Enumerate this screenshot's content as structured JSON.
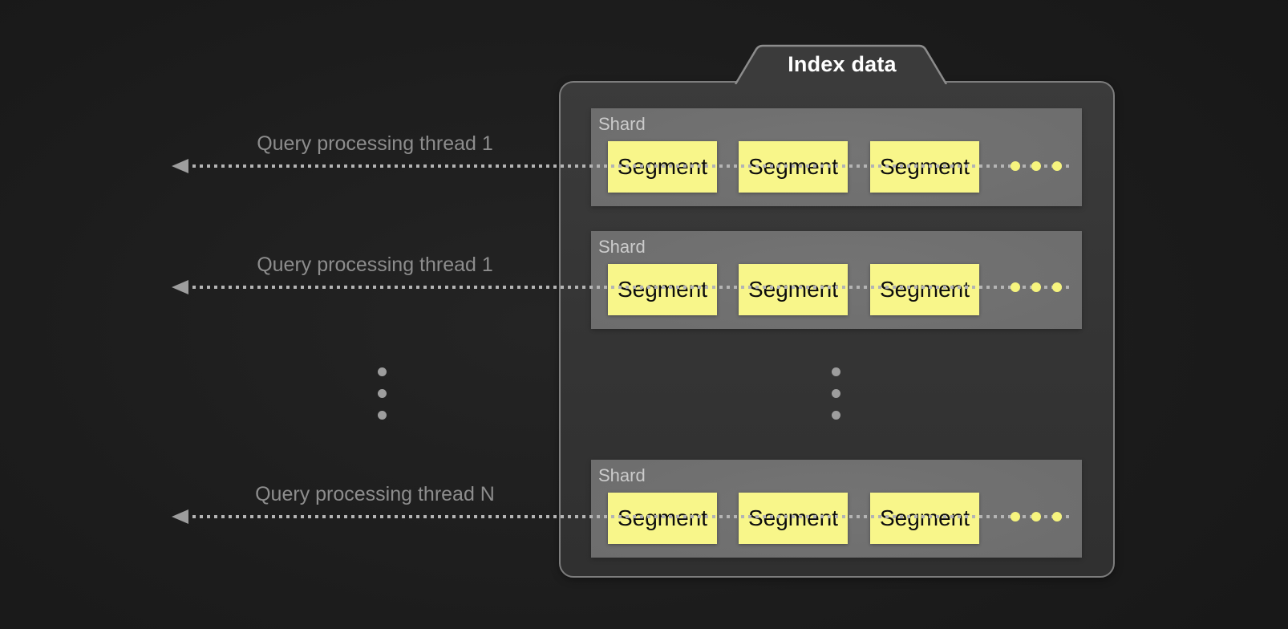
{
  "index_group": {
    "title": "Index data"
  },
  "shards": [
    {
      "label": "Shard",
      "segments": [
        "Segment",
        "Segment",
        "Segment"
      ]
    },
    {
      "label": "Shard",
      "segments": [
        "Segment",
        "Segment",
        "Segment"
      ]
    },
    {
      "label": "Shard",
      "segments": [
        "Segment",
        "Segment",
        "Segment"
      ]
    }
  ],
  "threads": [
    {
      "label": "Query processing thread 1"
    },
    {
      "label": "Query processing thread 1"
    },
    {
      "label": "Query processing thread N"
    }
  ],
  "icons": {
    "arrow_left": "left-arrowhead",
    "segment_ellipsis": "horizontal-ellipsis",
    "shard_ellipsis": "vertical-ellipsis"
  },
  "colors": {
    "background": "#1c1c1c",
    "container_fill": "#343434",
    "container_border": "#7d7d7d",
    "shard_fill": "#6c6c6c",
    "shard_label_text": "#cbcbcb",
    "segment_fill": "#f8f68a",
    "segment_text": "#0d0d0d",
    "dotted_line": "#b4b4b4",
    "thread_label_text": "#8d8d8d",
    "yellow_dot": "#f6f47e",
    "gray_dot": "#9d9d9d",
    "title_text": "#ffffff"
  }
}
